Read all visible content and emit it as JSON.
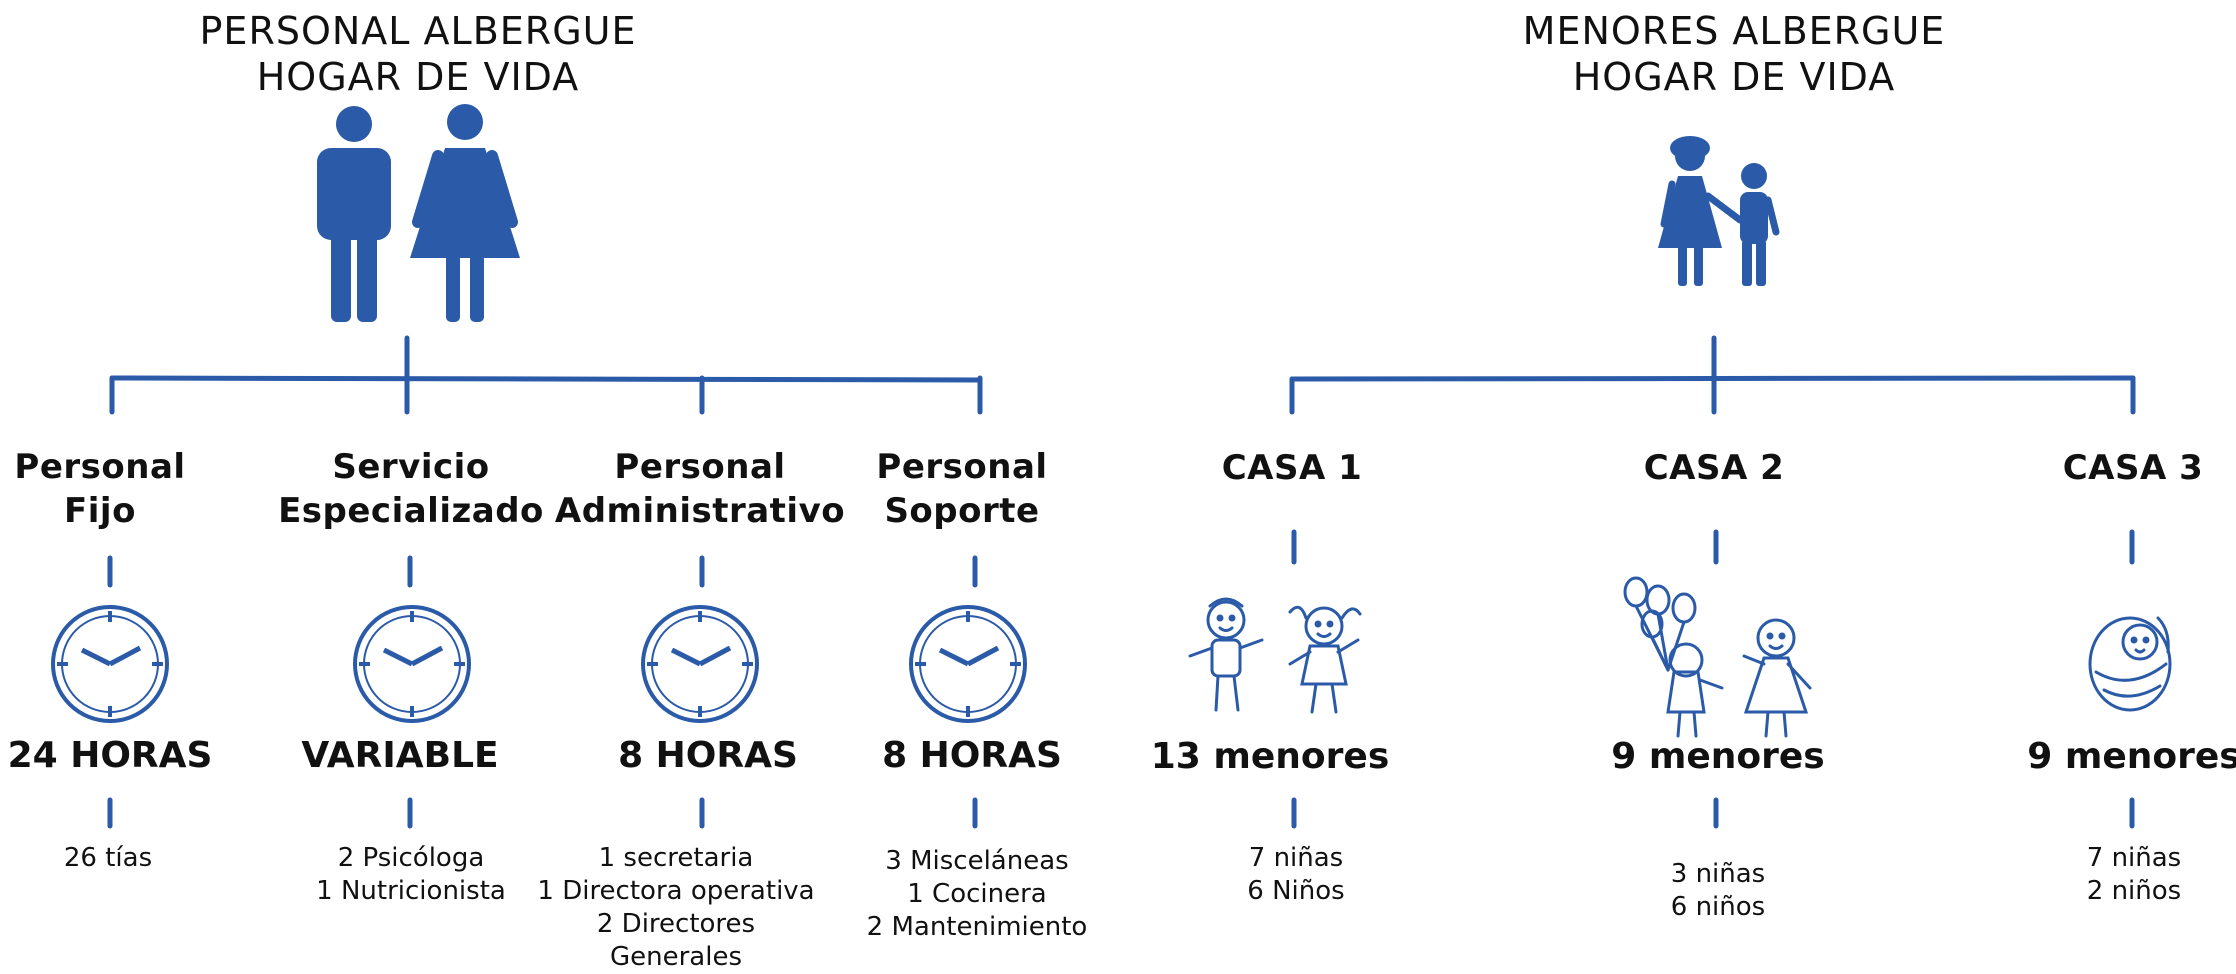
{
  "left_title": [
    "PERSONAL ALBERGUE",
    "HOGAR DE VIDA"
  ],
  "right_title": [
    "MENORES  ALBERGUE",
    "HOGAR DE VIDA"
  ],
  "staff": [
    {
      "title": [
        "Personal",
        "Fijo"
      ],
      "hours": "24 HORAS",
      "details": [
        "26 tías"
      ]
    },
    {
      "title": [
        "Servicio",
        "Especializado"
      ],
      "hours": "VARIABLE",
      "details": [
        "2 Psicóloga",
        "1 Nutricionista"
      ]
    },
    {
      "title": [
        "Personal",
        "Administrativo"
      ],
      "hours": "8 HORAS",
      "details": [
        "1 secretaria",
        "1 Directora operativa",
        "2 Directores",
        "Generales"
      ]
    },
    {
      "title": [
        "Personal",
        "Soporte"
      ],
      "hours": "8 HORAS",
      "details": [
        "3 Misceláneas",
        "1 Cocinera",
        "2 Mantenimiento"
      ]
    }
  ],
  "houses": [
    {
      "title": "CASA 1",
      "count": "13 menores",
      "details": [
        "7 niñas",
        "6 Niños"
      ]
    },
    {
      "title": "CASA 2",
      "count": "9 menores",
      "details": [
        "3 niñas",
        "6 niños"
      ]
    },
    {
      "title": "CASA 3",
      "count": "9 menores",
      "details": [
        "7 niñas",
        "2 niños"
      ]
    }
  ],
  "colors": {
    "accent": "#2b5ba8",
    "text": "#111111"
  },
  "icons": [
    "man-icon",
    "woman-icon",
    "girl-and-boy-icon",
    "clock-icon",
    "kids-playing-icon",
    "kids-with-balloons-icon",
    "baby-icon"
  ]
}
